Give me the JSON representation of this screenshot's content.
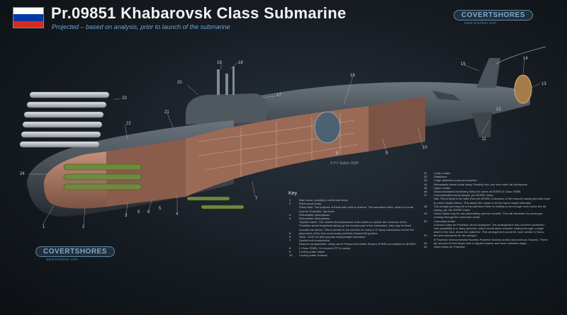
{
  "header": {
    "title": "Pr.09851 Khabarovsk Class Submarine",
    "subtitle": "Projected – based on analysis, prior to launch of the submarine",
    "flag_colors": [
      "#ffffff",
      "#0039a6",
      "#d52b1e"
    ]
  },
  "branding": {
    "logo_text": "COVERTSHORES",
    "logo_url_text": "www.hisutton.com",
    "copyright": "© H I Sutton 2020"
  },
  "diagram_numbers": [
    "1",
    "2",
    "3",
    "4",
    "5",
    "5",
    "6",
    "7",
    "8",
    "9",
    "10",
    "11",
    "12",
    "13",
    "14",
    "15",
    "16",
    "17",
    "18",
    "19",
    "20",
    "21",
    "22",
    "23",
    "24"
  ],
  "key": {
    "title": "Key",
    "left_items": [
      {
        "n": "1",
        "text": "Main sonar, possibly a conformal array"
      },
      {
        "n": "2",
        "text": "Flank sonar array"
      },
      {
        "n": "",
        "text": "Flank hulls. The purpose of these side hulls is unclear. The submarine fairs, which is a boat"
      },
      {
        "n": "",
        "text": "boat for Poseidon, has them"
      },
      {
        "n": "3",
        "text": "Retractable hydroplanes"
      },
      {
        "n": "4",
        "text": "Retractable hydroplanes"
      },
      {
        "n": "",
        "text": "Torpedo tubes. The number and placement of the tubes is unclear but, because of the"
      },
      {
        "n": "",
        "text": "Poseidon drone torpedoes taking up the forward part of the submarine, they may be flank"
      },
      {
        "n": "",
        "text": "mounted as shown. This is similar to the solution on many U.S. Navy submarines where the"
      },
      {
        "n": "5",
        "text": "placement of the bow sonar array prohibits forward firing tubes"
      },
      {
        "n": "6",
        "text": "Slide, 1x037-84 that purpose heavyweight torpedoes"
      },
      {
        "n": "7",
        "text": "Double-hull construction"
      },
      {
        "n": "",
        "text": "Reactor compartment. Likely same Pressurized Water Reactor (PWR) as installed on BOREI-"
      },
      {
        "n": "8",
        "text": "II Class SSBN. On newest KTP-6 reactor"
      },
      {
        "n": "9",
        "text": "Cooling water intake"
      },
      {
        "n": "10",
        "text": "Cooling water exhaust"
      }
    ],
    "right_items": [
      {
        "n": "11",
        "text": "Lower rudder"
      },
      {
        "n": "12",
        "text": "Stabilizers"
      },
      {
        "n": "13",
        "text": "Large-diameter pump-jet propulsor"
      },
      {
        "n": "14",
        "text": "Retractable towed sonar array. Possibly two, one from each aft hydroplane"
      },
      {
        "n": "15",
        "text": "Upper rudder"
      },
      {
        "n": "16",
        "text": "Sound-insulated machinery, likely the same as BOREI-II Class SSBN"
      },
      {
        "n": "17",
        "text": "Communication buoy hangar, per BOREI Class"
      },
      {
        "n": "",
        "text": "Sail. This is likely to be taller than the BOREI-II because of the reduced casing (to turtle-back"
      },
      {
        "n": "",
        "text": "to cover missile tubes). This allows the masts to be the same height internally"
      },
      {
        "n": "18",
        "text": "The escape pod may be in the sail since there is unlikely to be enough room under the aft"
      },
      {
        "n": "",
        "text": "casing, per the BOREI Class"
      },
      {
        "n": "19",
        "text": "Some masts may be non-penetrating optronic models. This will eliminate the periscope"
      },
      {
        "n": "",
        "text": "running through the command center."
      },
      {
        "n": "20",
        "text": "Command center"
      },
      {
        "n": "",
        "text": "6 launch tubes for Poseidon drone torpedoes. The arrangement has not been confirmed."
      },
      {
        "n": "",
        "text": "One possibility is a rotary launcher, which would allow reusable loading through a single"
      },
      {
        "n": "",
        "text": "hatch in the bow, above the waterline. This arrangement would be more similar to Sarov,"
      },
      {
        "n": "21",
        "text": "the test submarine for the weapon."
      },
      {
        "n": "",
        "text": "6 Poseidon Intercontinental Nuclear-Powered Nuclear-Armed Autonomous Torpedo. These"
      },
      {
        "n": "22",
        "text": "are around 20-feet larger than a regular torpedo and have unlimited range."
      },
      {
        "n": "24",
        "text": "Outer tubes for Poseidon"
      }
    ]
  }
}
